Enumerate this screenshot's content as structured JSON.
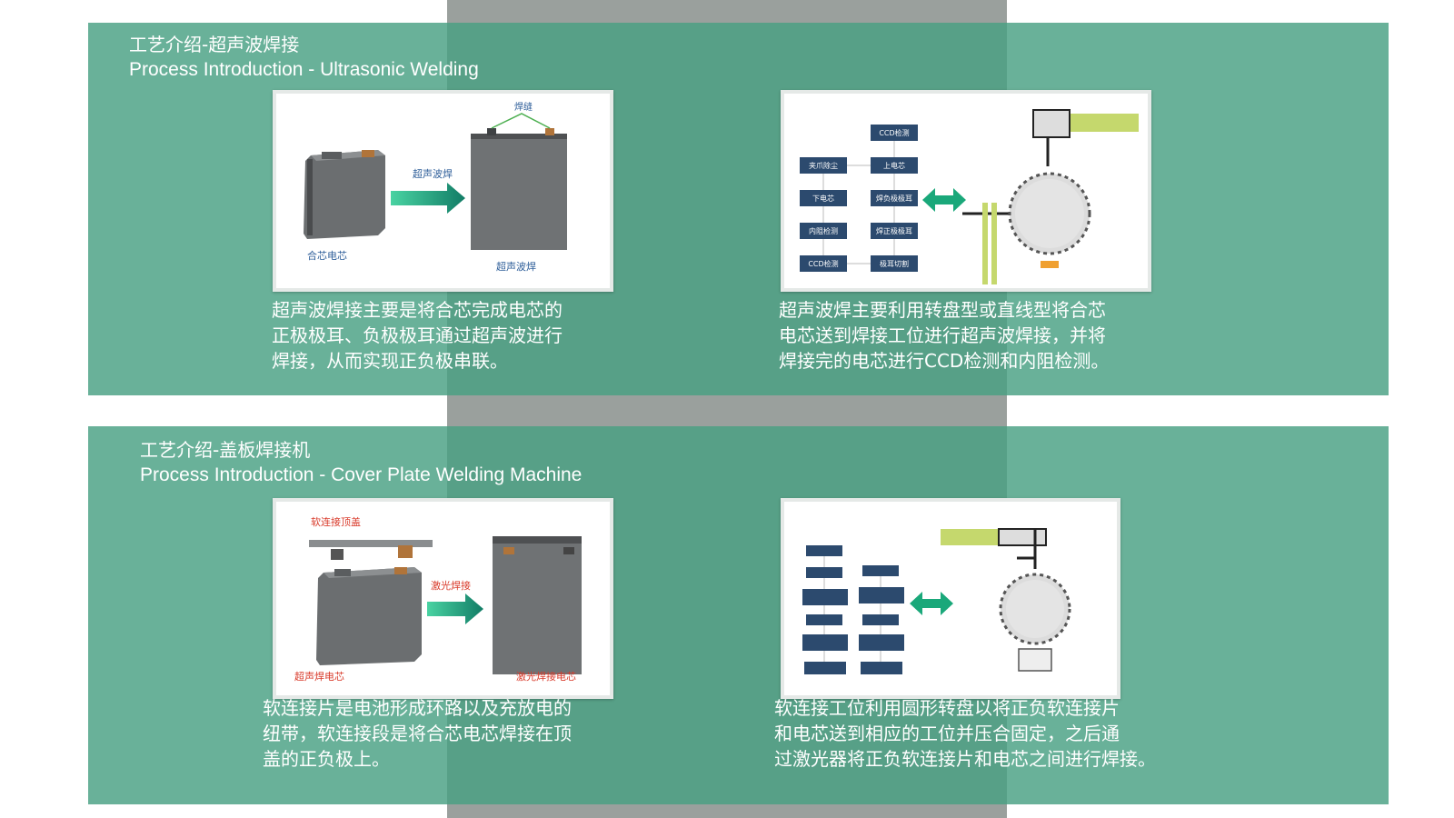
{
  "section_ultrasonic": {
    "title_cn": "工艺介绍-超声波焊接",
    "title_en": "Process Introduction - Ultrasonic Welding",
    "figure_left": {
      "label_weld_seam": "焊缝",
      "label_arrow": "超声波焊",
      "label_input": "合芯电芯",
      "label_output": "超声波焊"
    },
    "figure_right": {
      "steps": [
        "CCD检测",
        "夹爪除尘",
        "上电芯",
        "下电芯",
        "焊负极极耳",
        "内阻检测",
        "焊正极极耳",
        "CCD检测",
        "极耳切割"
      ]
    },
    "desc_left": [
      "超声波焊接主要是将合芯完成电芯的",
      "正极极耳、负极极耳通过超声波进行",
      "焊接，从而实现正负极串联。"
    ],
    "desc_right": [
      "超声波焊主要利用转盘型或直线型将合芯",
      "电芯送到焊接工位进行超声波焊接，并将",
      "焊接完的电芯进行CCD检测和内阻检测。"
    ]
  },
  "section_cover": {
    "title_cn": "工艺介绍-盖板焊接机",
    "title_en": "Process Introduction - Cover Plate Welding Machine",
    "figure_left": {
      "label_top_cover": "软连接顶盖",
      "label_arrow": "激光焊接",
      "label_input": "超声焊电芯",
      "label_output": "激光焊接电芯"
    },
    "desc_left": [
      "软连接片是电池形成环路以及充放电的",
      "纽带，软连接段是将合芯电芯焊接在顶",
      "盖的正负极上。"
    ],
    "desc_right": [
      "软连接工位利用圆形转盘以将正负软连接片",
      "和电芯送到相应的工位并压合固定，之后通",
      "过激光器将正负软连接片和电芯之间进行焊接。"
    ]
  },
  "colors": {
    "panel_green": "#48a082",
    "gray_band": "#9aa09d",
    "arrow_green": "#1aa87a",
    "flow_box": "#2c4a6e",
    "label_blue": "#2f5f9a",
    "label_red": "#d93a2a"
  }
}
